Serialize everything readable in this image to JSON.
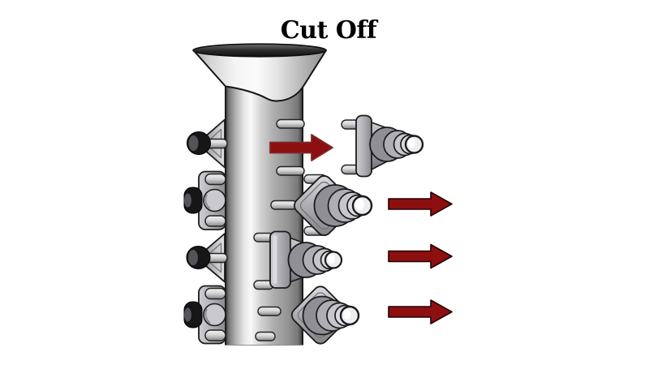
{
  "title": {
    "label": "Cut Off"
  },
  "colors": {
    "background": "#ffffff",
    "text": "#000000",
    "arrow": "#8e0f10",
    "arrow_outline": "#230404",
    "outline": "#1b1b1b",
    "metal_highlight": "#f8f8f8",
    "metal_mid": "#b0b0b4",
    "metal_dark": "#4a4a4a",
    "cap_black": "#161616"
  },
  "scene": {
    "subject": "bar stock with formed parts being cut off and ejected",
    "arrows": {
      "count": 4,
      "direction": "right"
    }
  }
}
